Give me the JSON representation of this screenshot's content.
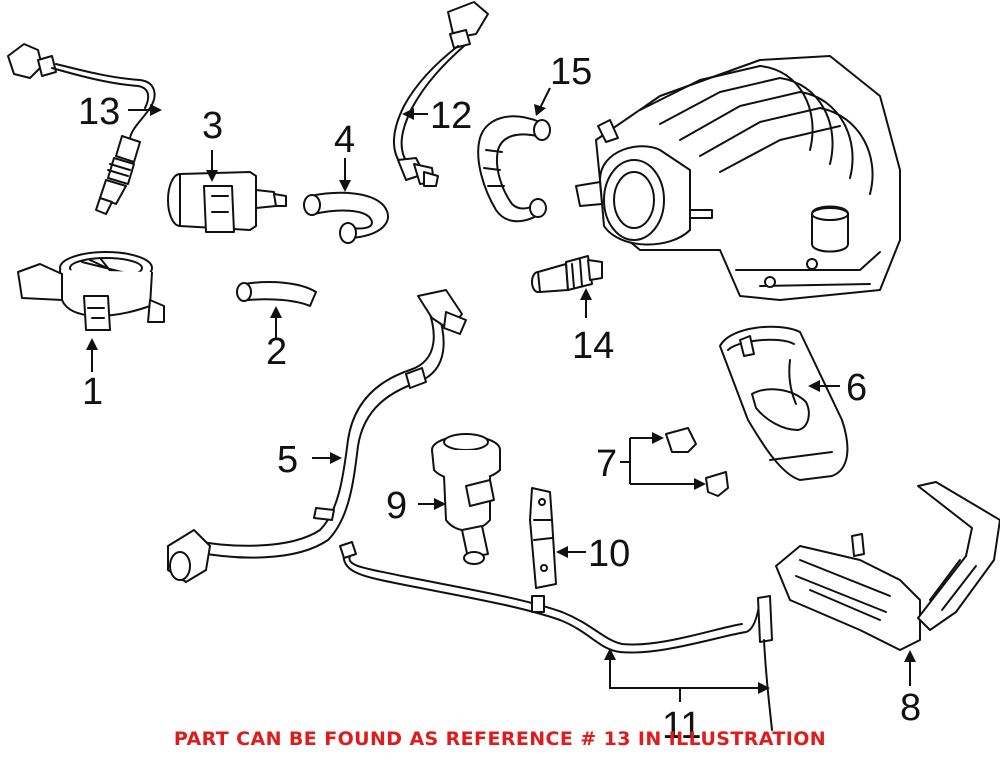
{
  "callouts": {
    "c1": "1",
    "c2": "2",
    "c3": "3",
    "c4": "4",
    "c5": "5",
    "c6": "6",
    "c7": "7",
    "c8": "8",
    "c9": "9",
    "c10": "10",
    "c11": "11",
    "c12": "12",
    "c13": "13",
    "c14": "14",
    "c15": "15"
  },
  "footer_note": "PART CAN BE FOUND AS REFERENCE # 13 IN ILLUSTRATION",
  "colors": {
    "footer": "#e01b1b",
    "lines": "#111111"
  }
}
